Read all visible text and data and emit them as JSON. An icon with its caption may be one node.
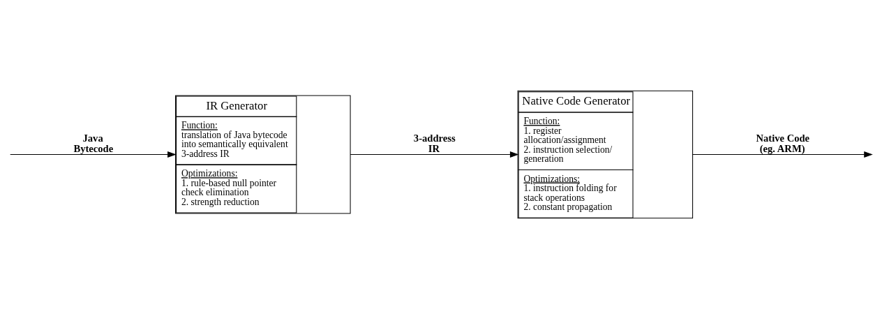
{
  "diagram": {
    "nodes": [
      {
        "text": [
          "IR Generator",
          "Function:",
          "translation of Java bytecode into semantically equivalent 3-address IR",
          "Optimizations:",
          "1. rule-based null pointer check elimination",
          "2. strength reduction"
        ]
      },
      {
        "text": [
          "Native Code Generator",
          "Function:",
          "1. register allocation/assignment",
          "2. instruction selection/ generation",
          "Optimizations:",
          "1. instruction folding for stack operations",
          "2. constant propagation"
        ]
      }
    ],
    "edges": [
      {
        "from": null,
        "to": 0,
        "arrow": "to",
        "label": "Java Bytecode"
      },
      {
        "from": 0,
        "to": 1,
        "arrow": "to",
        "label": "3-address IR"
      },
      {
        "from": 1,
        "to": null,
        "arrow": "to",
        "label": "Native Code (eg. ARM)"
      }
    ]
  }
}
